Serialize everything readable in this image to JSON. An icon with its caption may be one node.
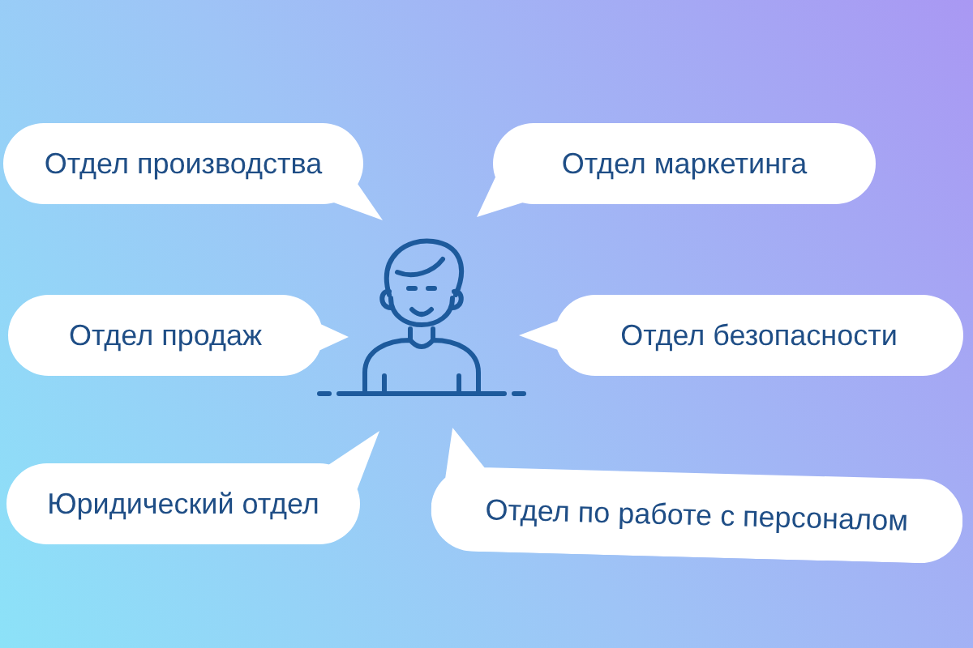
{
  "diagram": {
    "nodes": [
      {
        "text": [
          "Отдел производства"
        ]
      },
      {
        "text": [
          "Отдел маркетинга"
        ]
      },
      {
        "text": [
          "Отдел продаж"
        ]
      },
      {
        "text": [
          "Отдел безопасности"
        ]
      },
      {
        "text": [
          "Юридический отдел"
        ]
      },
      {
        "text": [
          "Отдел по работе с персоналом"
        ]
      }
    ]
  }
}
